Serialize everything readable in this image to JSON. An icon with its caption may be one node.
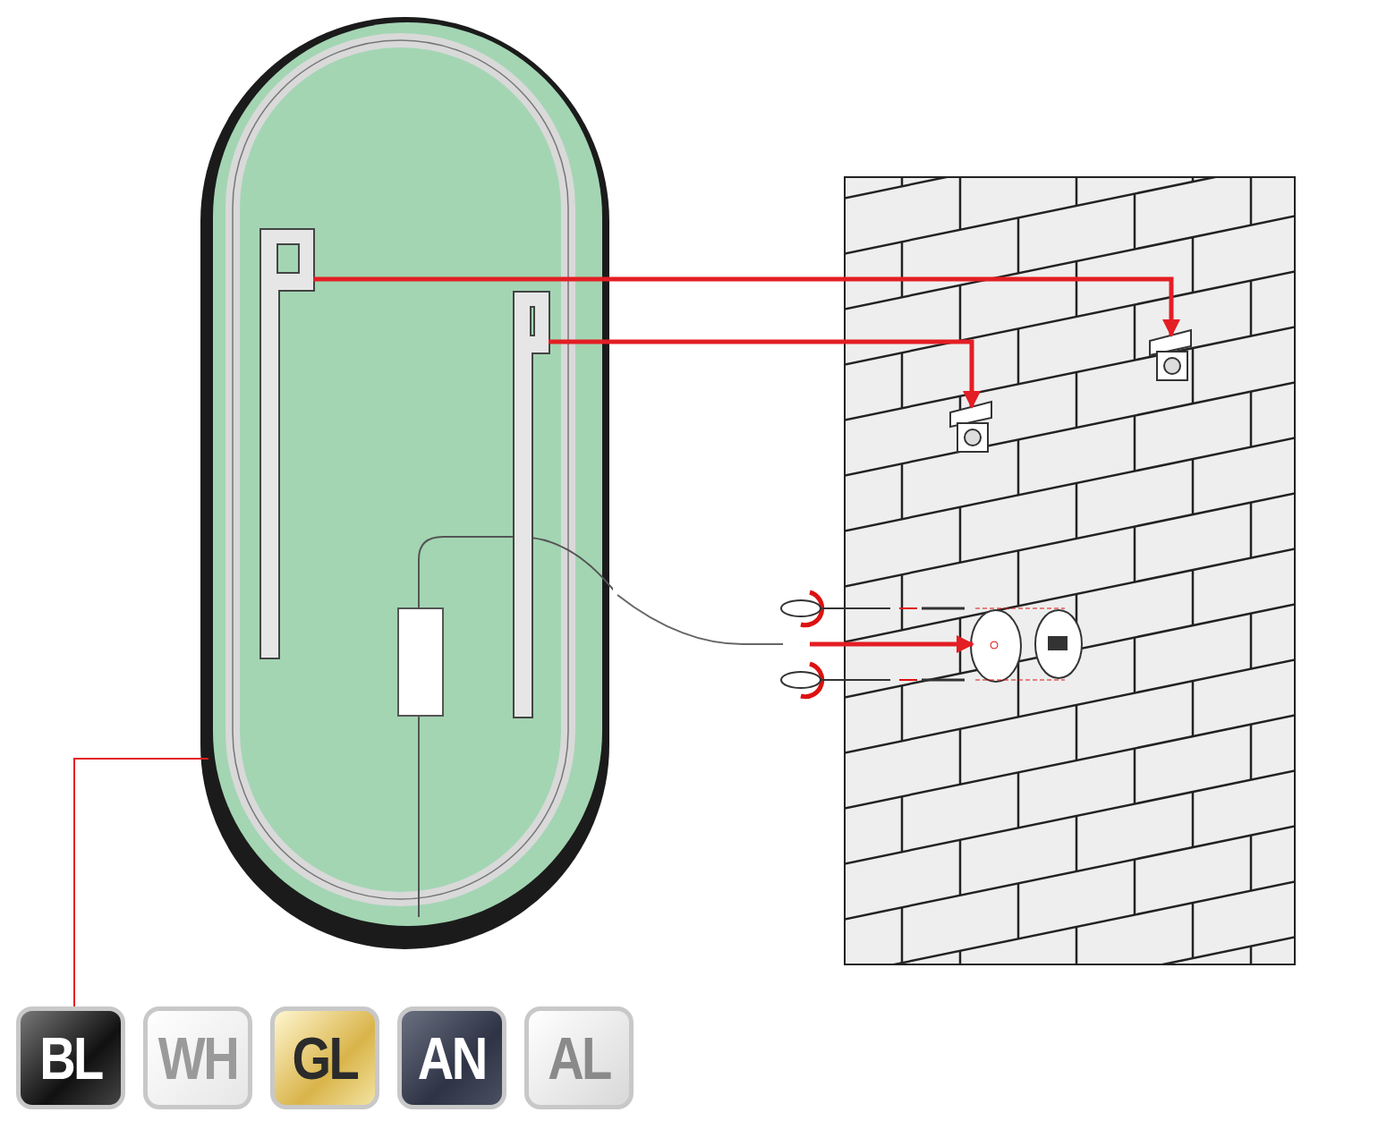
{
  "diagram": {
    "nodes": [
      {
        "text": [],
        "shape": "picture"
      },
      {
        "text": [],
        "shape": "box",
        "in": 0
      },
      {
        "text": [],
        "shape": "box",
        "in": 0
      },
      {
        "text": [],
        "shape": "picture"
      },
      {
        "text": [],
        "shape": "box",
        "in": 3
      },
      {
        "text": [],
        "shape": "box",
        "in": 3
      },
      {
        "text": [],
        "shape": "circle",
        "in": 3
      },
      {
        "text": [
          "BL"
        ]
      },
      {
        "text": [
          "WH"
        ]
      },
      {
        "text": [
          "GL"
        ]
      },
      {
        "text": [
          "AN"
        ]
      },
      {
        "text": [
          "AL"
        ]
      }
    ],
    "edges": [
      {
        "from": 1,
        "to": 4,
        "arrow": "to"
      },
      {
        "from": 2,
        "to": 5,
        "arrow": "to"
      },
      {
        "from": null,
        "to": 6,
        "arrow": "to"
      },
      {
        "from": 0,
        "to": 7,
        "arrow": "none"
      }
    ]
  }
}
